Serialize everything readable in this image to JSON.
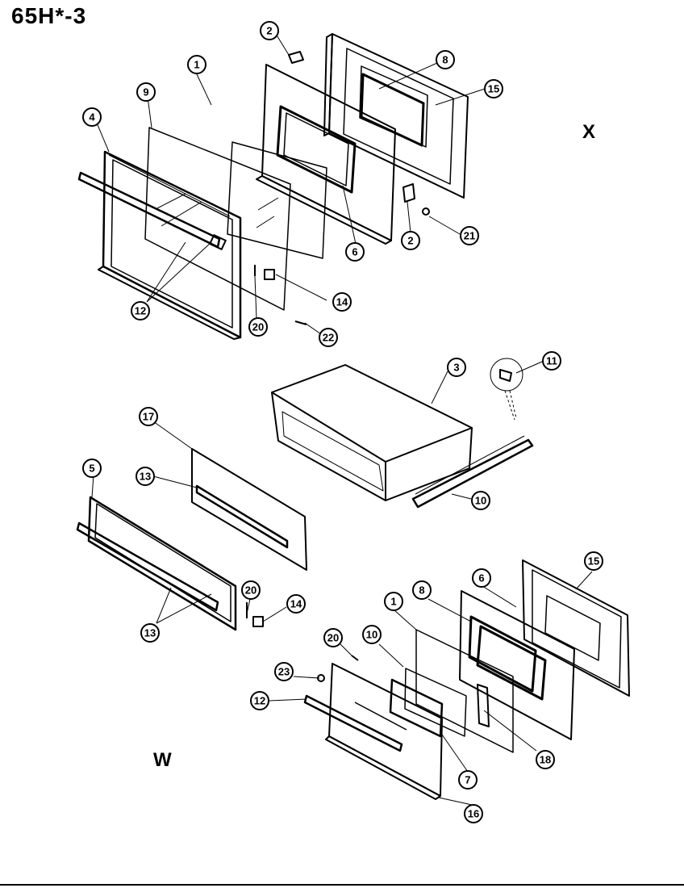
{
  "header": {
    "model": "65H*-3"
  },
  "views": {
    "upper": "X",
    "lower": "W"
  },
  "callouts": {
    "c1a": "1",
    "c2a": "2",
    "c8a": "8",
    "c15a": "15",
    "c9": "9",
    "c4": "4",
    "c6a": "6",
    "c2b": "2",
    "c21": "21",
    "c14a": "14",
    "c12a": "12",
    "c20a": "20",
    "c22": "22",
    "c3": "3",
    "c11": "11",
    "c17": "17",
    "c13a": "13",
    "c5": "5",
    "c10a": "10",
    "c20b": "20",
    "c14b": "14",
    "c13b": "13",
    "c15b": "15",
    "c6b": "6",
    "c8b": "8",
    "c1b": "1",
    "c10b": "10",
    "c20c": "20",
    "c23": "23",
    "c12b": "12",
    "c18": "18",
    "c7": "7",
    "c16": "16"
  }
}
